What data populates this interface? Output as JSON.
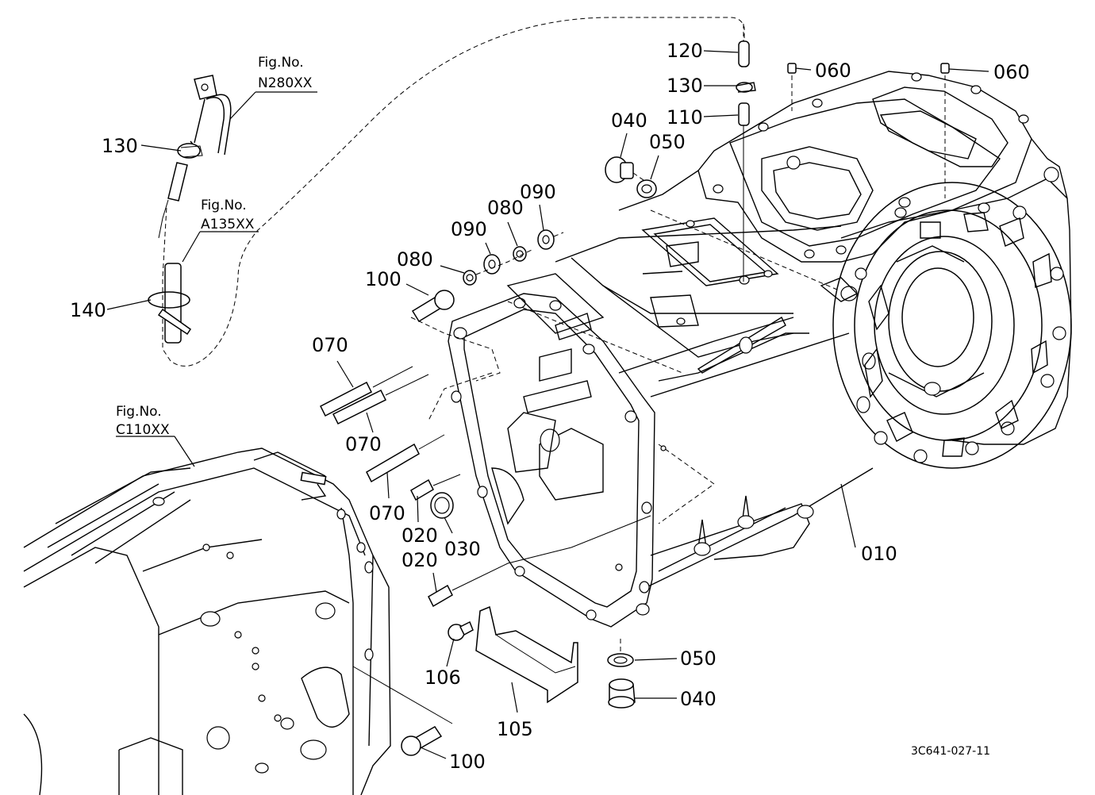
{
  "drawing_code": "3C641-027-11",
  "figure_refs": [
    {
      "key": "n280",
      "label": "Fig.No.",
      "code": "N280XX"
    },
    {
      "key": "a135",
      "label": "Fig.No.",
      "code": "A135XX"
    },
    {
      "key": "c110",
      "label": "Fig.No.",
      "code": "C110XX"
    }
  ],
  "callouts": {
    "p010": "010",
    "p020a": "020",
    "p020b": "020",
    "p030": "030",
    "p040a": "040",
    "p040b": "040",
    "p050a": "050",
    "p050b": "050",
    "p060a": "060",
    "p060b": "060",
    "p070a": "070",
    "p070b": "070",
    "p070c": "070",
    "p080a": "080",
    "p080b": "080",
    "p090a": "090",
    "p090b": "090",
    "p100a": "100",
    "p100b": "100",
    "p105": "105",
    "p106": "106",
    "p110": "110",
    "p120": "120",
    "p130a": "130",
    "p130b": "130",
    "p140": "140"
  }
}
